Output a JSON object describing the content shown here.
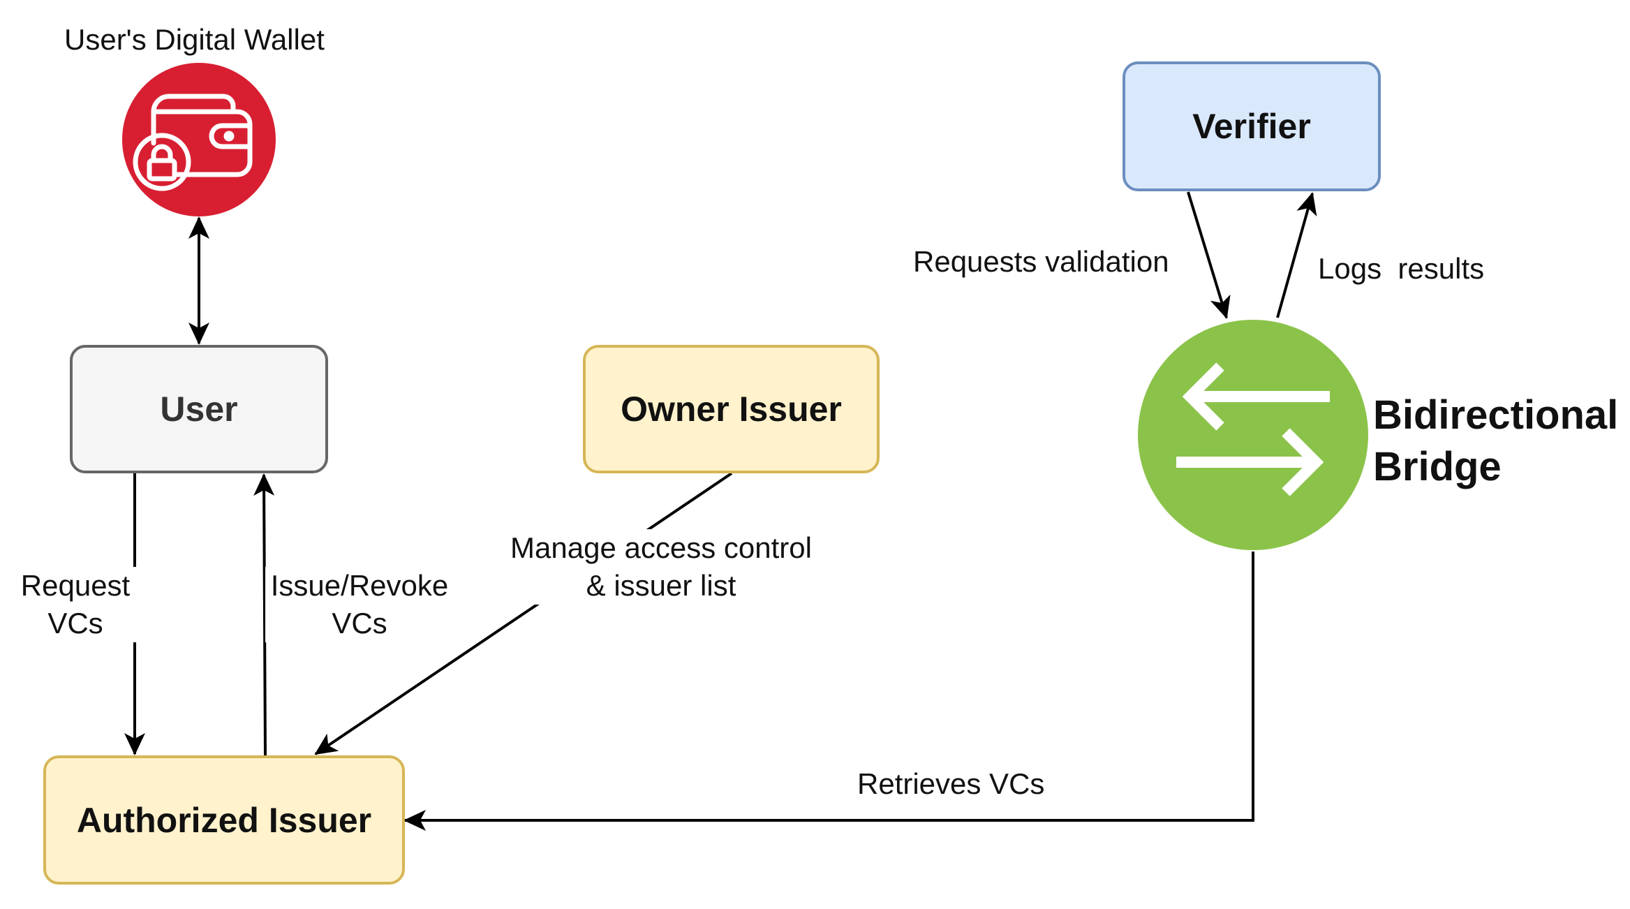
{
  "nodes": {
    "wallet": {
      "label": "User's Digital Wallet",
      "icon": "wallet-lock-icon",
      "color": "#d81f32"
    },
    "user": {
      "label": "User"
    },
    "owner_issuer": {
      "label": "Owner Issuer"
    },
    "authorized_issuer": {
      "label": "Authorized Issuer"
    },
    "verifier": {
      "label": "Verifier"
    },
    "bridge": {
      "label_line1": "Bidirectional",
      "label_line2": "Bridge",
      "icon": "bidirectional-arrows-icon",
      "color": "#8bc34a"
    }
  },
  "edges": {
    "request_vcs": {
      "line1": "Request",
      "line2": "VCs"
    },
    "issue_revoke": {
      "line1": "Issue/Revoke",
      "line2": "VCs"
    },
    "manage_access": {
      "line1": "Manage access control",
      "line2": "& issuer list"
    },
    "requests_validation": {
      "label": "Requests validation"
    },
    "logs_results": {
      "label": "Logs  results"
    },
    "retrieves_vcs": {
      "label": "Retrieves VCs"
    }
  }
}
